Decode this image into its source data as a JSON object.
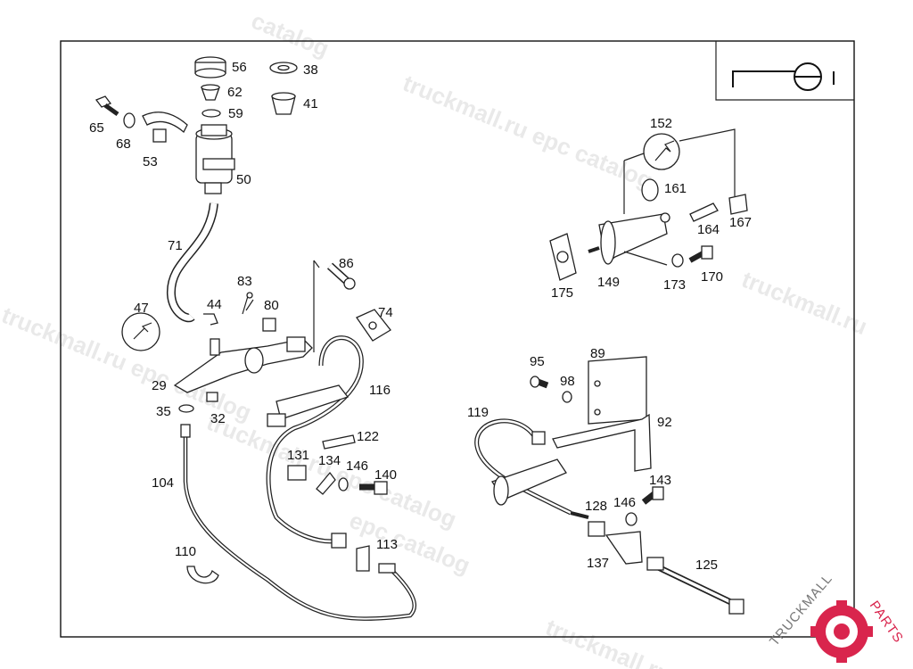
{
  "watermark": {
    "w1": "catalog",
    "w2": "truckmall.ru epc catalog",
    "w3": "truckmall.ru epc catalog",
    "w4": "truckmall.ru epc catalog",
    "w5": "epc catalog",
    "w6": "truckmall.ru",
    "w7": "truckmall.ru"
  },
  "brand": {
    "text_a": "TRUCKMALL",
    "text_b": "PARTS",
    "accent": "#d9254d"
  },
  "parts": [
    "56",
    "38",
    "62",
    "41",
    "59",
    "65",
    "68",
    "53",
    "50",
    "71",
    "83",
    "86",
    "44",
    "80",
    "47",
    "74",
    "29",
    "35",
    "32",
    "116",
    "122",
    "131",
    "134",
    "146",
    "140",
    "104",
    "110",
    "113",
    "152",
    "161",
    "164",
    "167",
    "175",
    "149",
    "173",
    "170",
    "89",
    "95",
    "98",
    "119",
    "92",
    "143",
    "128",
    "146",
    "137",
    "125"
  ]
}
